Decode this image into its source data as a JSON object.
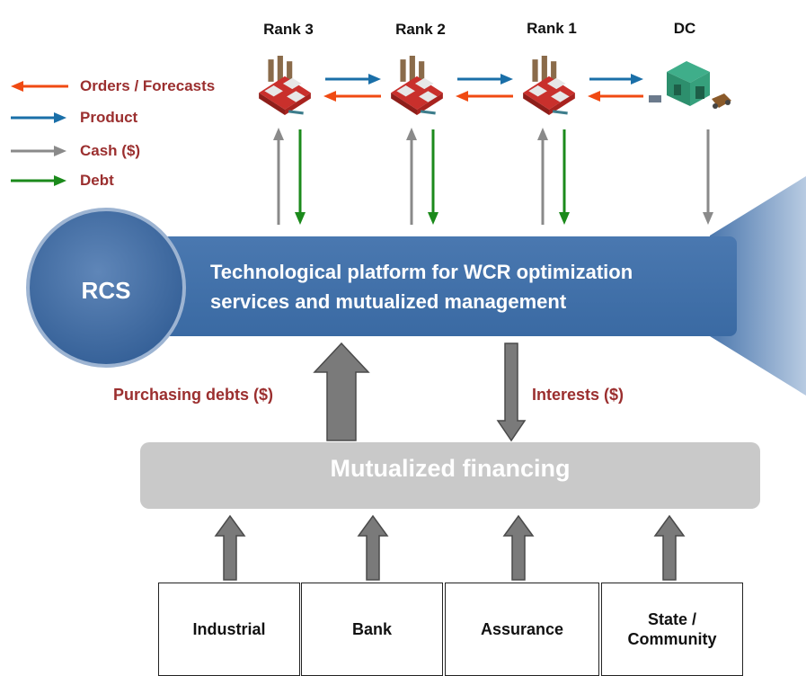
{
  "legend": {
    "orders": "Orders / Forecasts",
    "product": "Product",
    "cash": "Cash ($)",
    "debt": "Debt"
  },
  "supply_chain": {
    "rank3": "Rank 3",
    "rank2": "Rank 2",
    "rank1": "Rank 1",
    "dc": "DC"
  },
  "rcs": "RCS",
  "platform": "Technological platform for WCR optimization services and mutualized management",
  "flows": {
    "purchasing": "Purchasing debts ($)",
    "interests": "Interests ($)"
  },
  "financing": "Mutualized financing",
  "sources": {
    "industrial": "Industrial",
    "bank": "Bank",
    "assurance": "Assurance",
    "state": "State /\nCommunity"
  },
  "colors": {
    "orders": "#f04a12",
    "product": "#1a6fa8",
    "cash": "#8a8a8a",
    "debt": "#1b8a1b",
    "platform": "#3f6da8",
    "financing": "#c9c9c9",
    "label": "#9b2f2f"
  },
  "icons": {
    "factory": "factory-icon",
    "dc": "warehouse-icon"
  }
}
